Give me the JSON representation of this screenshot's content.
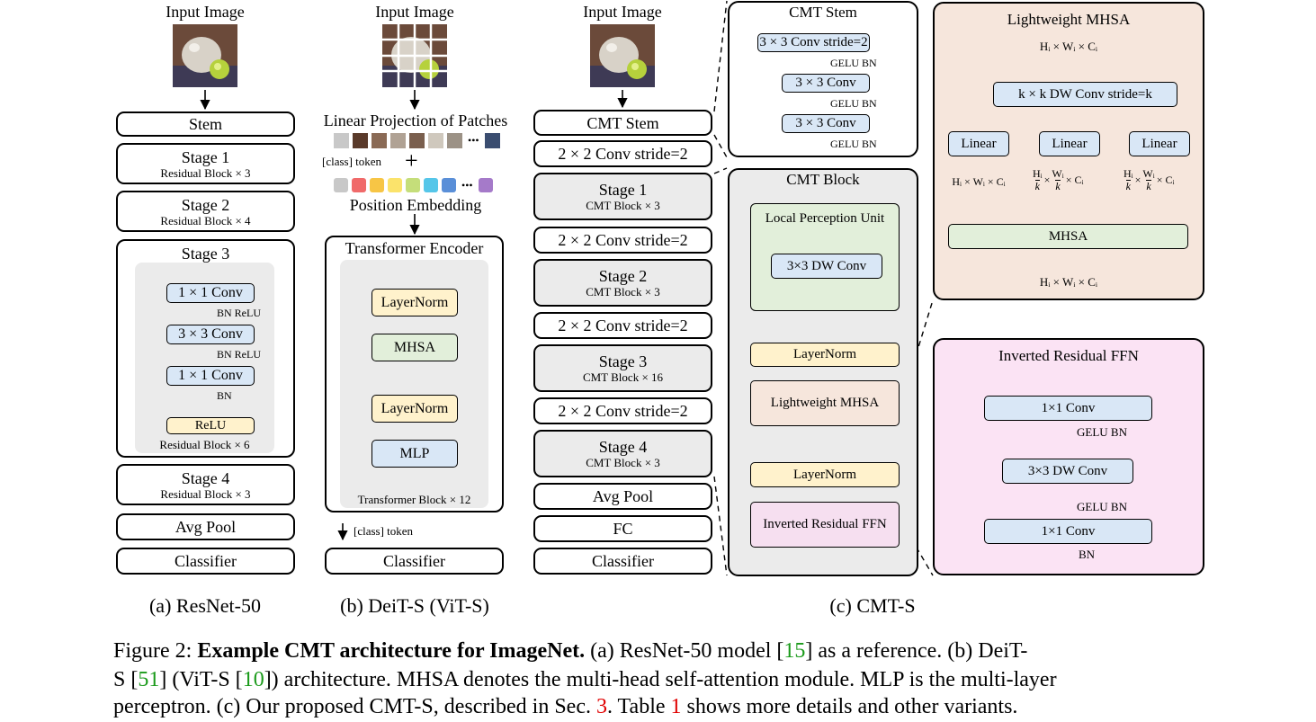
{
  "resnet": {
    "input_label": "Input Image",
    "stem": "Stem",
    "stage1": {
      "title": "Stage 1",
      "sub": "Residual Block × 3"
    },
    "stage2": {
      "title": "Stage 2",
      "sub": "Residual Block × 4"
    },
    "stage3": {
      "title": "Stage 3",
      "sub": "Residual Block × 6"
    },
    "stage4": {
      "title": "Stage 4",
      "sub": "Residual Block × 3"
    },
    "conv1": "1 × 1 Conv",
    "conv2": "3 × 3 Conv",
    "conv3": "1 × 1 Conv",
    "bnrelu1": "BN ReLU",
    "bnrelu2": "BN ReLU",
    "bn": "BN",
    "relu": "ReLU",
    "avgpool": "Avg Pool",
    "classifier": "Classifier",
    "caption": "(a)  ResNet-50"
  },
  "deit": {
    "input_label": "Input Image",
    "linear_proj": "Linear Projection of Patches",
    "dots1": "•••",
    "dots2": "•••",
    "class_token": "[class] token",
    "plus": "+",
    "pos_emb": "Position Embedding",
    "encoder_title": "Transformer Encoder",
    "layernorm1": "LayerNorm",
    "mhsa": "MHSA",
    "layernorm2": "LayerNorm",
    "mlp": "MLP",
    "block_label": "Transformer Block × 12",
    "class_token_out": "[class] token",
    "classifier": "Classifier",
    "caption": "(b) DeiT-S (ViT-S)"
  },
  "cmt": {
    "input_label": "Input Image",
    "stem": "CMT Stem",
    "down1": "2 × 2 Conv stride=2",
    "stage1": {
      "title": "Stage 1",
      "sub": "CMT Block × 3"
    },
    "down2": "2 × 2 Conv stride=2",
    "stage2": {
      "title": "Stage 2",
      "sub": "CMT Block × 3"
    },
    "down3": "2 × 2 Conv stride=2",
    "stage3": {
      "title": "Stage 3",
      "sub": "CMT Block × 16"
    },
    "down4": "2 × 2 Conv stride=2",
    "stage4": {
      "title": "Stage 4",
      "sub": "CMT Block × 3"
    },
    "avgpool": "Avg Pool",
    "fc": "FC",
    "classifier": "Classifier",
    "caption": "(c) CMT-S"
  },
  "cmt_stem": {
    "title": "CMT Stem",
    "conv1": "3 × 3 Conv stride=2",
    "conv2": "3 × 3 Conv",
    "conv3": "3 × 3 Conv",
    "gelu1": "GELU BN",
    "gelu2": "GELU BN",
    "gelu3": "GELU BN"
  },
  "cmt_block": {
    "title": "CMT Block",
    "lpu_title": "Local Perception Unit",
    "dwconv": "3×3 DW Conv",
    "layernorm1": "LayerNorm",
    "lmhsa": "Lightweight MHSA",
    "layernorm2": "LayerNorm",
    "irffn": "Inverted Residual FFN"
  },
  "lmhsa_panel": {
    "title": "Lightweight MHSA",
    "input_dim": "Hᵢ × Wᵢ × Cᵢ",
    "dwconv": "k × k DW Conv stride=k",
    "linear1": "Linear",
    "linear2": "Linear",
    "linear3": "Linear",
    "dim_q": "Hᵢ × Wᵢ × Cᵢ",
    "dim_k": {
      "h": "Hᵢ",
      "k1": "k",
      "w": "Wᵢ",
      "k2": "k",
      "c": "× Cᵢ",
      "x": "×"
    },
    "dim_v": {
      "h": "Hᵢ",
      "k1": "k",
      "w": "Wᵢ",
      "k2": "k",
      "c": "× Cᵢ",
      "x": "×"
    },
    "mhsa": "MHSA",
    "output_dim": "Hᵢ × Wᵢ × Cᵢ"
  },
  "irffn_panel": {
    "title": "Inverted Residual FFN",
    "conv1": "1×1 Conv",
    "gelu1": "GELU BN",
    "dwconv": "3×3 DW Conv",
    "gelu2": "GELU BN",
    "conv2": "1×1 Conv",
    "bn": "BN"
  },
  "caption": {
    "fig": "Figure 2:",
    "bold": "Example CMT architecture for ImageNet.",
    "l1a": "(a) ResNet-50 model [",
    "ref15": "15",
    "l1b": "] as a reference. (b) DeiT-",
    "l2a": "S [",
    "ref51": "51",
    "l2b": "] (ViT-S [",
    "ref10": "10",
    "l2c": "]) architecture. MHSA denotes the multi-head self-attention module. MLP is the multi-layer",
    "l3a": "perceptron. (c) Our proposed CMT-S, described in Sec. ",
    "ref3": "3",
    "l3b": ". Table ",
    "ref1": "1",
    "l3c": " shows more details and other variants."
  },
  "colors": {
    "conv_blue": "#d9e7f6",
    "norm_yellow": "#fff2cc",
    "mhsa_green": "#e2efda",
    "lmhsa_peach": "#f6e6dc",
    "ffn_pink": "#f6dff0",
    "stage_gray": "#ebebeb",
    "ref_green": "#1a9a1a",
    "ref_red": "#e00000"
  }
}
